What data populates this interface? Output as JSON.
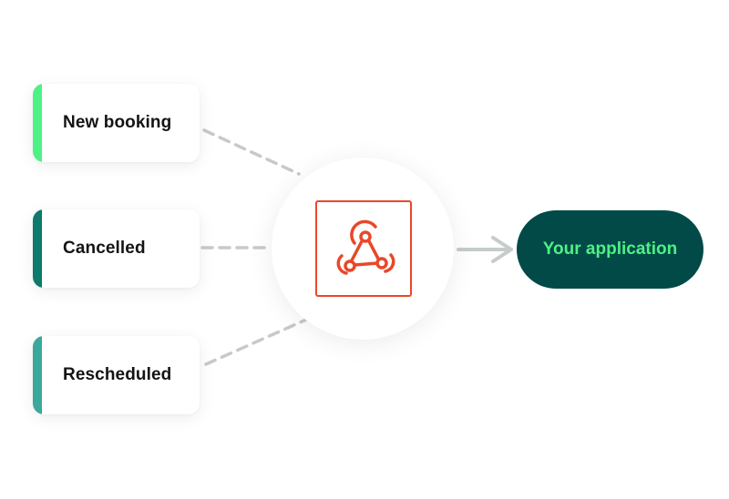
{
  "events": [
    {
      "label": "New booking",
      "accent_color": "#4ef185"
    },
    {
      "label": "Cancelled",
      "accent_color": "#0d7a6b"
    },
    {
      "label": "Rescheduled",
      "accent_color": "#3aa89a"
    }
  ],
  "hub": {
    "icon": "webhook-icon",
    "icon_color": "#e8482a"
  },
  "target": {
    "label": "Your application",
    "background_color": "#014a47",
    "text_color": "#4ef185"
  },
  "connector_color": "#c9c9c9",
  "arrow_color": "#c5ccc9"
}
